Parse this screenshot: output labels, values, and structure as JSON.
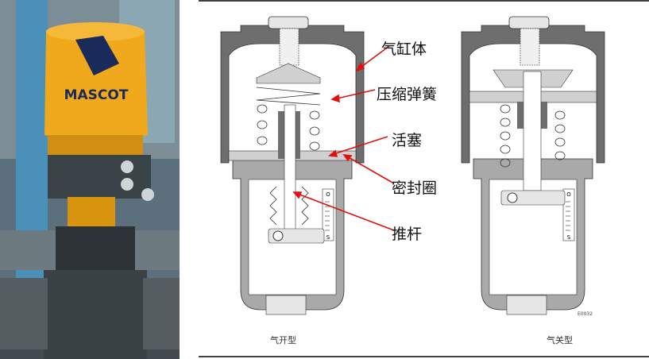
{
  "photo": {
    "brand_logo_text": "MASCOT"
  },
  "diagram": {
    "labels": [
      "气缸体",
      "压缩弹簧",
      "活塞",
      "密封圈",
      "推杆"
    ],
    "captions": {
      "left": "气开型",
      "right": "气关型"
    },
    "figure_code": "E0032",
    "scale_marks": {
      "open": "O",
      "shut": "S"
    }
  },
  "colors": {
    "arrow": "#e01010",
    "housing_dark": "#6e6e6e",
    "housing_light": "#a9a9a9",
    "piston": "#d0d0d0",
    "logo_yellow": "#f0a81c"
  }
}
